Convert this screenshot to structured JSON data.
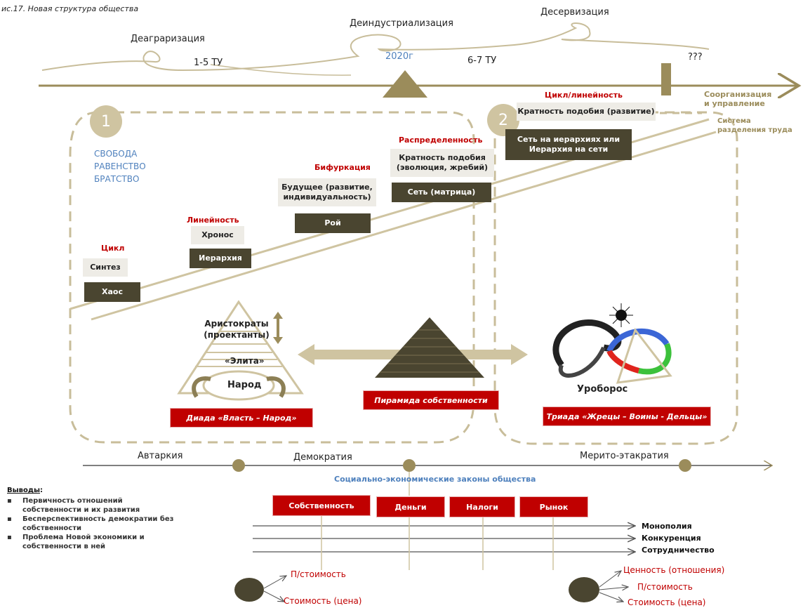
{
  "header": {
    "caption": "ис.17. Новая структура общества"
  },
  "timeline": {
    "dearg": "Деаграризация",
    "deind": "Деиндустриализация",
    "deserv": "Десервизация",
    "tu1": "1-5 ТУ",
    "year": "2020г",
    "tu2": "6-7 ТУ",
    "unknown": "???"
  },
  "right_labels": {
    "soorg": [
      "Соорганизация",
      "и управление"
    ],
    "system": [
      "Система",
      "разделения труда"
    ]
  },
  "section1": {
    "number": "1",
    "slogans": [
      "СВОБОДА",
      "РАВЕНСТВО",
      "БРАТСТВО"
    ]
  },
  "section2": {
    "number": "2"
  },
  "stairs": [
    {
      "label": "Цикл",
      "light": "Синтез",
      "dark": "Хаос"
    },
    {
      "label": "Линейность",
      "light": "Хронос",
      "dark": "Иерархия"
    },
    {
      "label": "Бифуркация",
      "light": "Будущее (развитие, индивидуальность)",
      "dark": "Рой"
    },
    {
      "label": "Распределенность",
      "light": "Кратность подобия (эволюция, жребий)",
      "dark": "Сеть (матрица)"
    },
    {
      "label": "Цикл/линейность",
      "light": "Кратность подобия (развитие)",
      "dark": "Сеть на иерархиях или Иерархия на сети"
    }
  ],
  "pyramid_left": {
    "top": "Аристократы (проектанты)",
    "elite": "«Элита»",
    "people": "Народ",
    "caption": "Диада «Власть – Народ»"
  },
  "pyramid_center": {
    "caption": "Пирамида собственности"
  },
  "uroboros": {
    "label": "Уроборос",
    "caption": "Триада «Жрецы – Воины - Дельцы»"
  },
  "bottom_line": {
    "autarky": "Автаркия",
    "democracy": "Демократия",
    "merito": "Мерито-этакратия",
    "laws_title": "Социально-экономические законы общества"
  },
  "law_boxes": [
    "Собственность",
    "Деньги",
    "Налоги",
    "Рынок"
  ],
  "outcomes": [
    "Монополия",
    "Конкуренция",
    "Сотрудничество"
  ],
  "conclusions": {
    "title": "Выводы",
    "items": [
      "Первичность отношений собственности и их развития",
      "Бесперспективность демократии без собственности",
      "Проблема Новой экономики и собственности в ней"
    ]
  },
  "value_left": [
    "П/стоимость",
    "Стоимость (цена)"
  ],
  "value_right": [
    "Ценность (отношения)",
    "П/стоимость",
    "Стоимость (цена)"
  ],
  "colors": {
    "olive": "#9b8c5b",
    "dark": "#4a4530",
    "red": "#c00000",
    "tan": "#cfc4a1",
    "blue": "#4f81bd"
  }
}
